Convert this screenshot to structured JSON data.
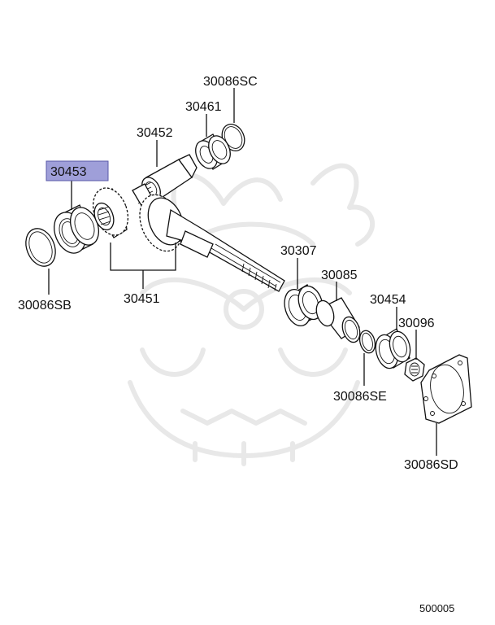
{
  "diagram": {
    "highlight_color": "#9f9fd9",
    "labels": {
      "p30086SC": "30086SC",
      "p30461": "30461",
      "p30452": "30452",
      "p30453": "30453",
      "p30451": "30451",
      "p30086SB": "30086SB",
      "p30307": "30307",
      "p30085": "30085",
      "p30454": "30454",
      "p30096": "30096",
      "p30086SE": "30086SE",
      "p30086SD": "30086SD"
    },
    "diagram_code": "500005",
    "highlighted_part": "30453"
  }
}
